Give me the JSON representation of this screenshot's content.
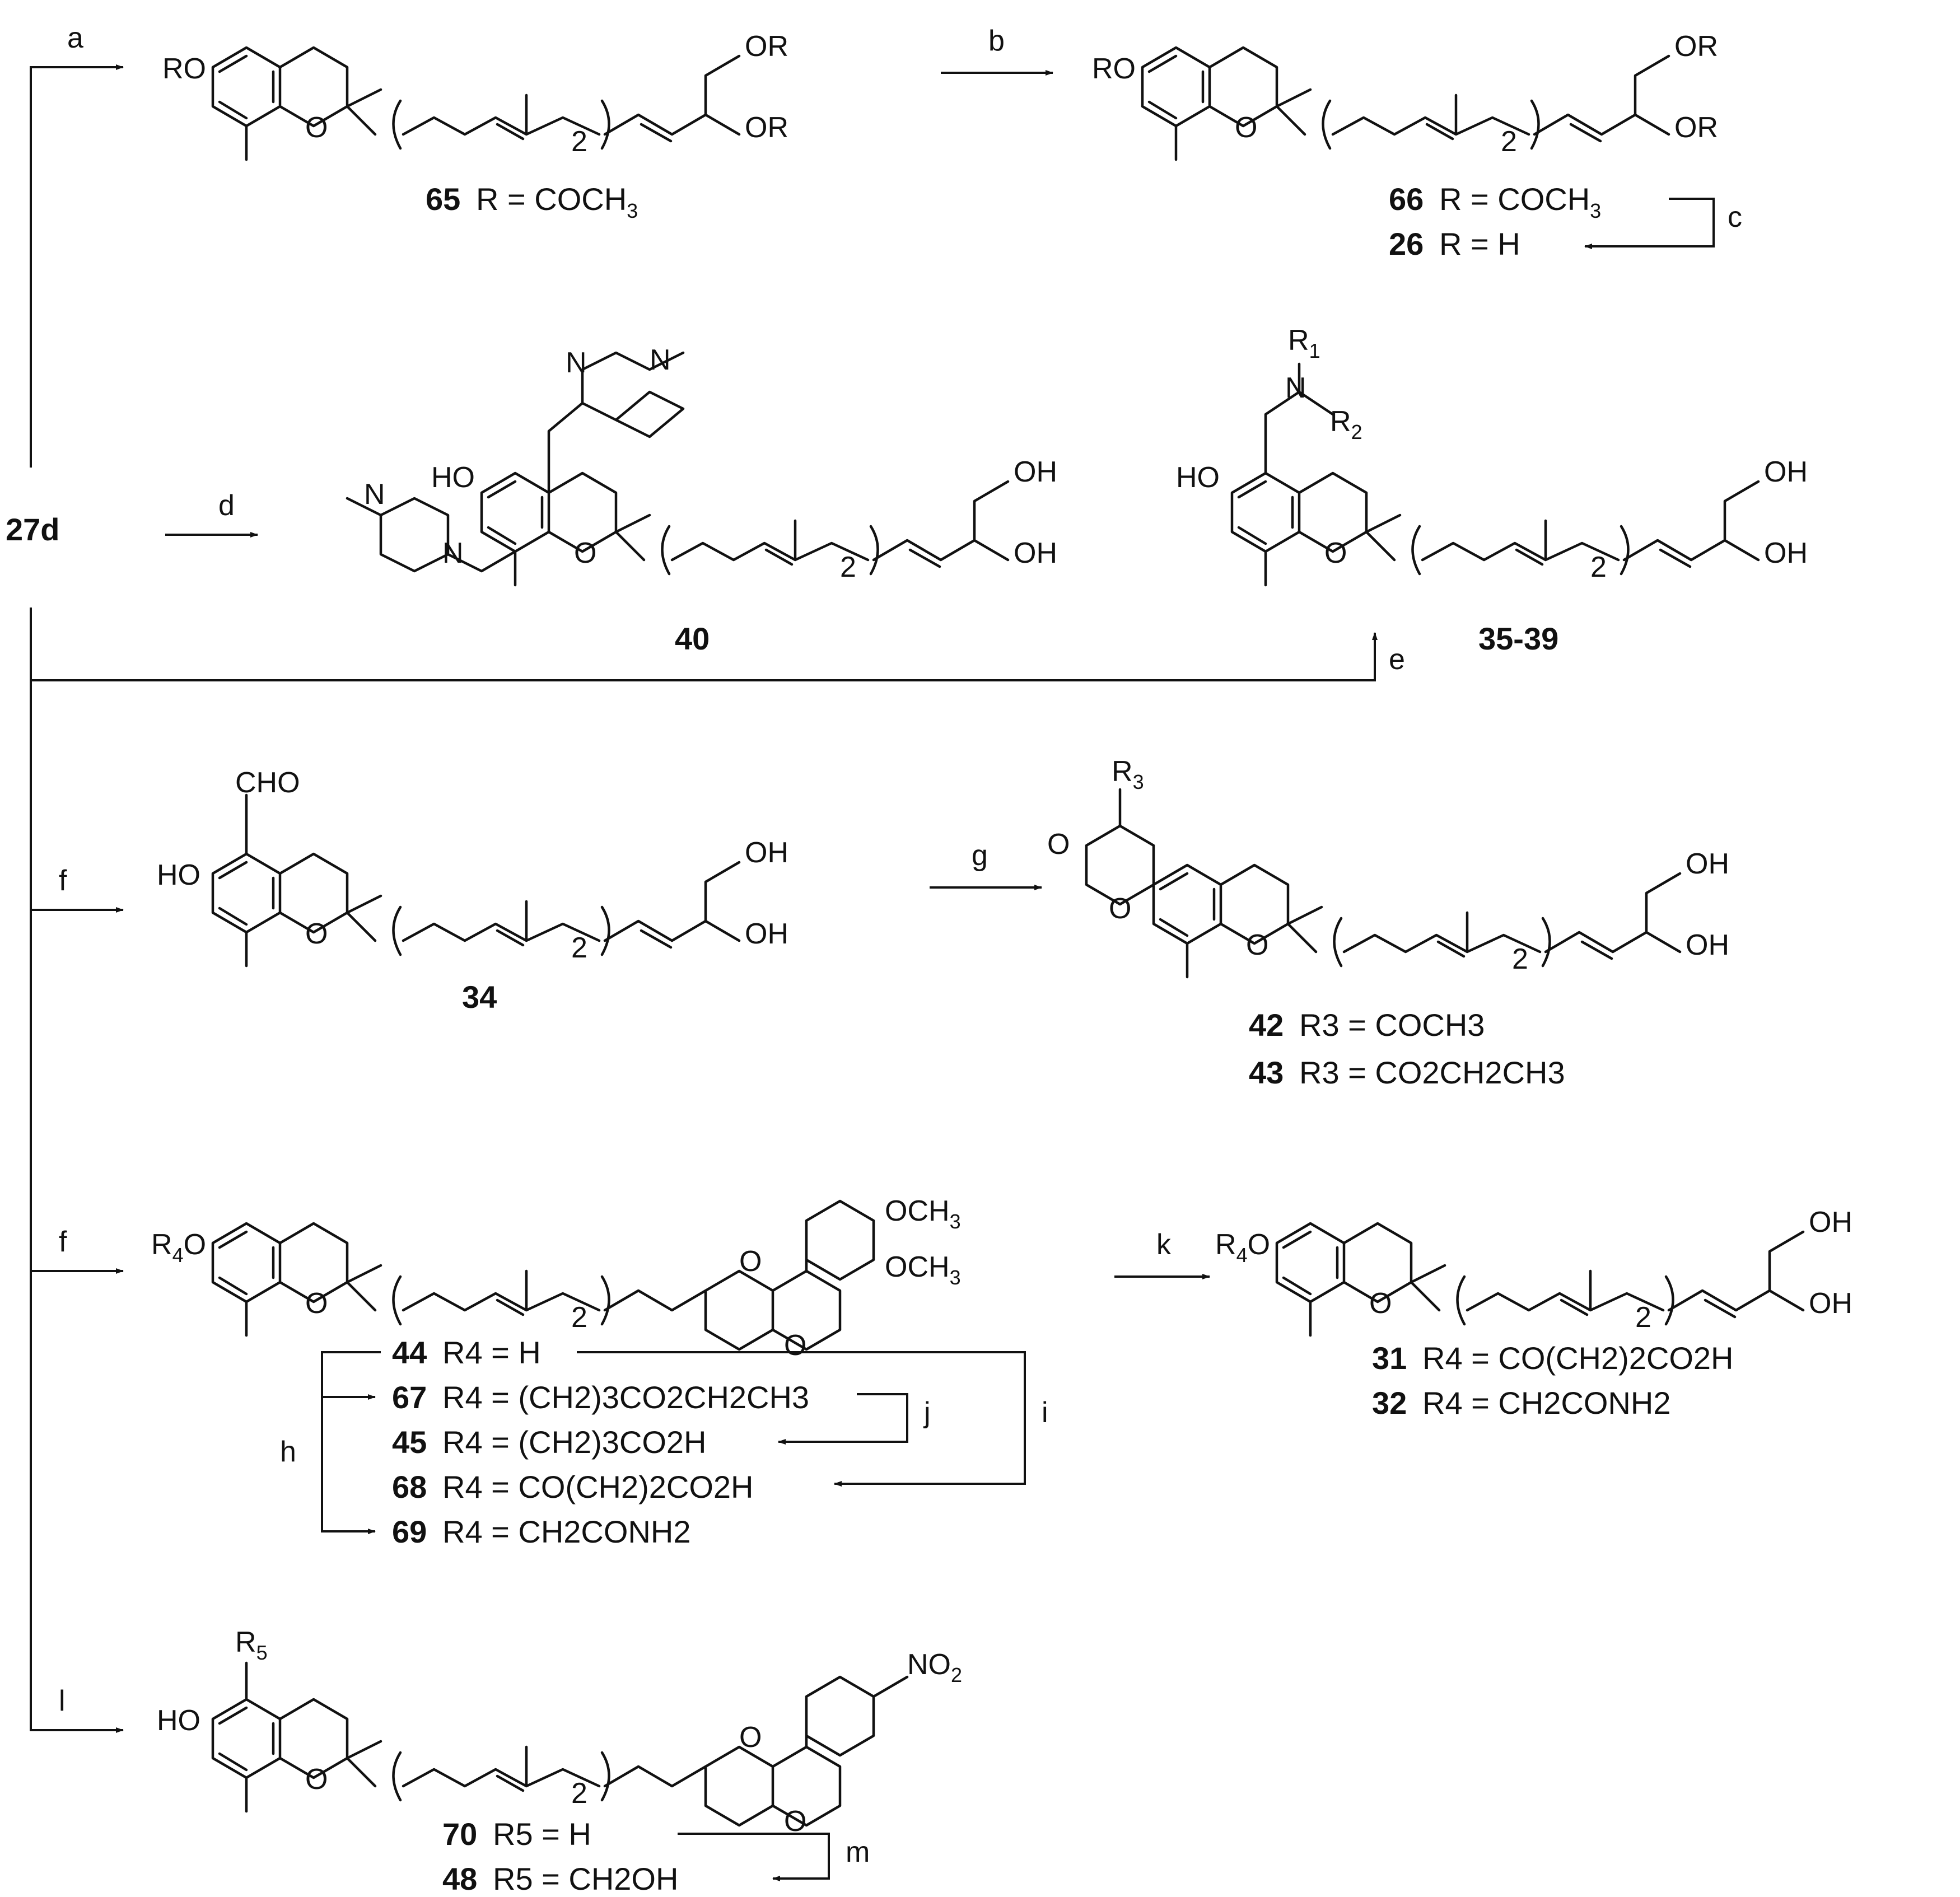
{
  "start_compound": "27d",
  "reagent_steps": [
    "a",
    "b",
    "c",
    "d",
    "e",
    "f",
    "g",
    "f",
    "k",
    "h",
    "i",
    "j",
    "l",
    "m"
  ],
  "compounds": {
    "c65": {
      "id": "65",
      "substituent": "R = COCH",
      "sub": "3"
    },
    "c66": {
      "id": "66",
      "substituent": "R = COCH",
      "sub": "3"
    },
    "c26": {
      "id": "26",
      "substituent": "R = H"
    },
    "c40": {
      "id": "40"
    },
    "c35_39": {
      "id": "35-39"
    },
    "c34": {
      "id": "34"
    },
    "c42": {
      "id": "42",
      "text": "R3 = COCH3"
    },
    "c43": {
      "id": "43",
      "text": "R3 = CO2CH2CH3"
    },
    "c44": {
      "id": "44",
      "text": "R4 = H"
    },
    "c67": {
      "id": "67",
      "text": "R4 = (CH2)3CO2CH2CH3"
    },
    "c45": {
      "id": "45",
      "text": "R4 = (CH2)3CO2H"
    },
    "c68": {
      "id": "68",
      "text": "R4 = CO(CH2)2CO2H"
    },
    "c69": {
      "id": "69",
      "text": "R4 = CH2CONH2"
    },
    "c31": {
      "id": "31",
      "text": "R4 = CO(CH2)2CO2H"
    },
    "c32": {
      "id": "32",
      "text": "R4 = CH2CONH2"
    },
    "c70": {
      "id": "70",
      "text": "R5 = H"
    },
    "c48": {
      "id": "48",
      "text": "R5 = CH2OH"
    }
  },
  "atom_labels": {
    "RO": "RO",
    "O": "O",
    "OR": "OR",
    "HO": "HO",
    "OH": "OH",
    "N": "N",
    "CHO": "CHO",
    "R1": "R",
    "R2": "R",
    "R3": "R",
    "R4O": "R",
    "R5": "R",
    "OCH3": "OCH",
    "NO2": "NO",
    "two": "2"
  }
}
